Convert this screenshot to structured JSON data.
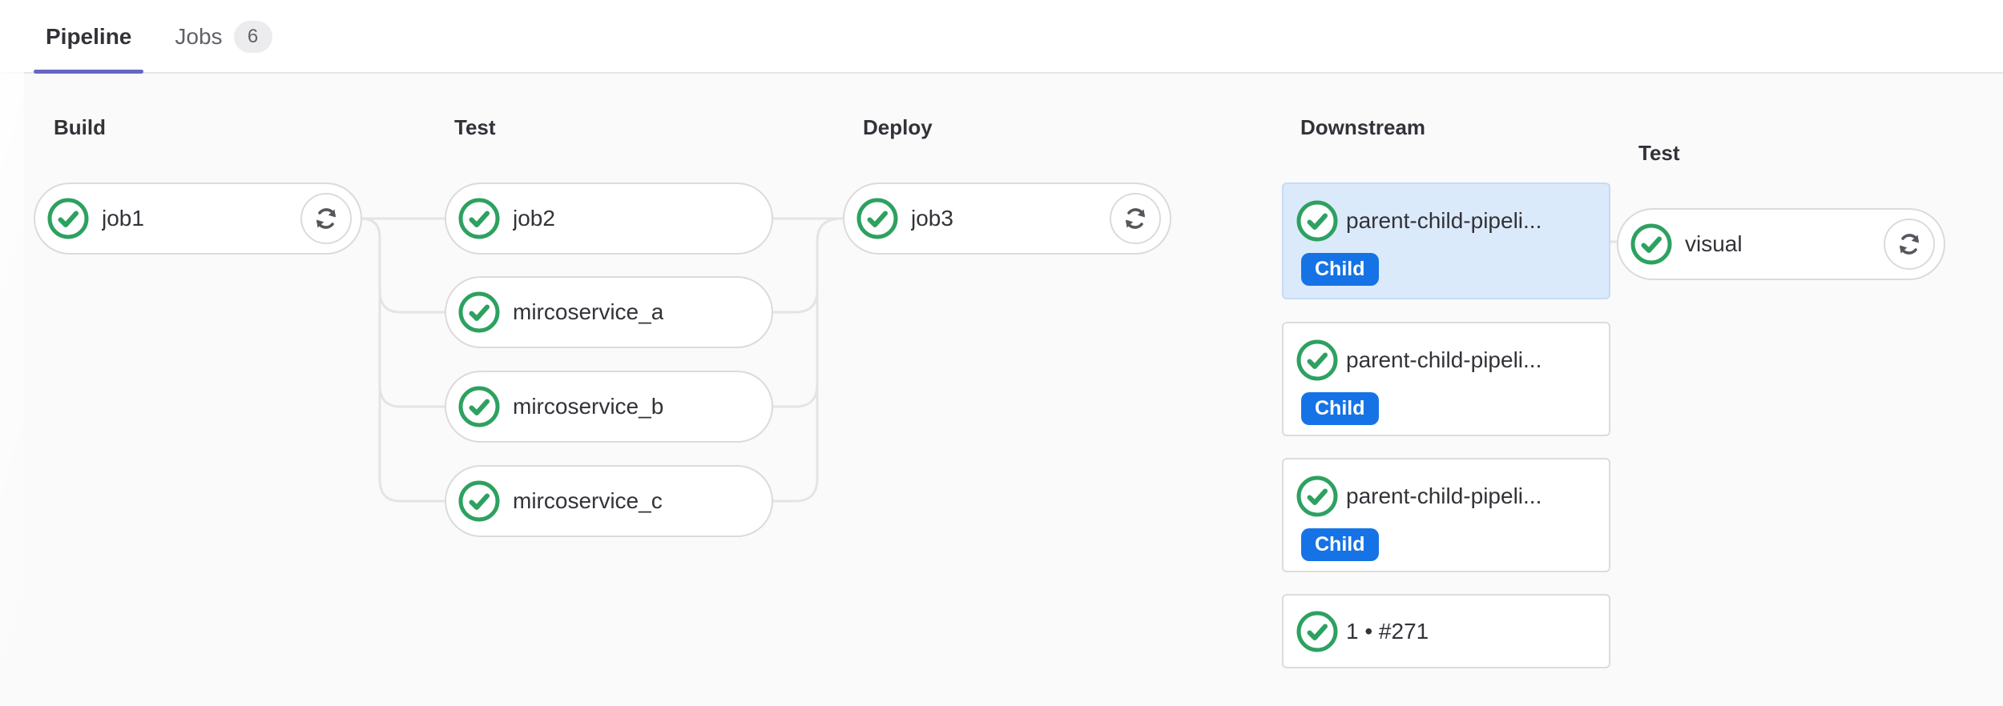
{
  "tabs": [
    {
      "label": "Pipeline",
      "active": true
    },
    {
      "label": "Jobs",
      "badge": "6",
      "active": false
    }
  ],
  "graph": {
    "stages": [
      {
        "name": "Build"
      },
      {
        "name": "Test"
      },
      {
        "name": "Deploy"
      },
      {
        "name": "Downstream"
      },
      {
        "name": "Test"
      }
    ],
    "jobs": {
      "job1": {
        "label": "job1",
        "status": "success",
        "has_retry": true
      },
      "job2": {
        "label": "job2",
        "status": "success",
        "has_retry": false
      },
      "microservice_a": {
        "label": "mircoservice_a",
        "status": "success",
        "has_retry": false
      },
      "microservice_b": {
        "label": "mircoservice_b",
        "status": "success",
        "has_retry": false
      },
      "microservice_c": {
        "label": "mircoservice_c",
        "status": "success",
        "has_retry": false
      },
      "job3": {
        "label": "job3",
        "status": "success",
        "has_retry": true
      },
      "visual": {
        "label": "visual",
        "status": "success",
        "has_retry": true
      }
    },
    "downstream_cards": [
      {
        "title": "parent-child-pipeli...",
        "badge": "Child",
        "status": "success",
        "selected": true
      },
      {
        "title": "parent-child-pipeli...",
        "badge": "Child",
        "status": "success",
        "selected": false
      },
      {
        "title": "parent-child-pipeli...",
        "badge": "Child",
        "status": "success",
        "selected": false
      },
      {
        "title": "1 • #271",
        "status": "success",
        "selected": false
      }
    ]
  },
  "colors": {
    "success_green": "#2da160",
    "child_badge_blue": "#1673e6",
    "tab_indicator_purple": "#6666c4",
    "selected_card_bg": "#dbeafb",
    "connector_gray": "#e4e4e4",
    "graph_bg": "#fafafa"
  }
}
